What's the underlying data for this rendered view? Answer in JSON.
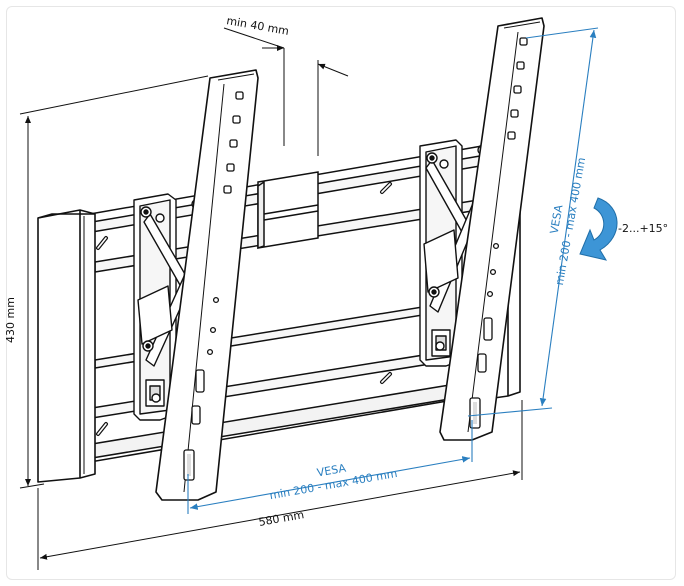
{
  "labels": {
    "min_offset": "min 40 mm",
    "height": "430 mm",
    "width": "580 mm",
    "vesa_title": "VESA",
    "vesa_range": "min 200 - max 400 mm",
    "tilt": "-2...+15°"
  },
  "colors": {
    "dimension_blue": "#2a7fc0",
    "line_black": "#111111",
    "arrow_fill": "#3d95d6"
  },
  "icons": {
    "tilt": "curved-rotate-arrow-icon"
  }
}
